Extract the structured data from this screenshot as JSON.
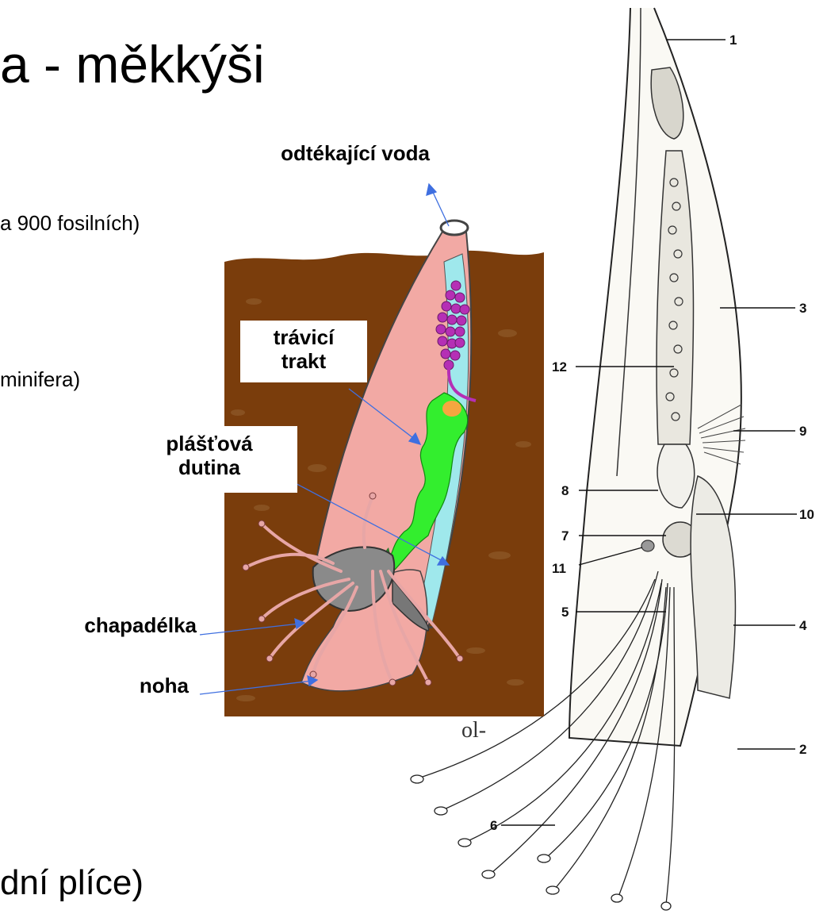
{
  "slide": {
    "title": "a - měkkýši",
    "fragments": [
      "a 900 fosilních)",
      "minifera)",
      "dní plíce)"
    ],
    "scrap_text": "ol-"
  },
  "figure_colored": {
    "labels": {
      "outflow": "odtékající voda",
      "digestive_1": "trávicí",
      "digestive_2": "trakt",
      "mantle_1": "plášťová",
      "mantle_2": "dutina",
      "tentacles": "chapadélka",
      "foot": "noha"
    },
    "colors": {
      "soil": "#7a3d0c",
      "shell": "#f2a9a4",
      "mantle_water": "#9fe8ec",
      "gut": "#33ee2e",
      "gonad": "#b52fb5",
      "arrow": "#3f6fe0"
    }
  },
  "figure_drawing": {
    "numbers": [
      "1",
      "3",
      "12",
      "9",
      "8",
      "10",
      "7",
      "11",
      "5",
      "4",
      "2",
      "6"
    ]
  }
}
